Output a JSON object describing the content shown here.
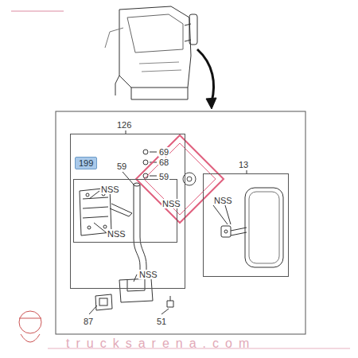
{
  "diagram": {
    "nodes": [
      {
        "text": [
          "126"
        ]
      },
      {
        "text": [
          "199",
          "NSS",
          "NSS"
        ],
        "in": 0
      },
      {
        "text": [
          "13",
          "NSS"
        ]
      }
    ],
    "labels": [
      "59",
      "69",
      "68",
      "59",
      "NSS",
      "NSS",
      "87",
      "51",
      "trucksarena.com"
    ]
  }
}
